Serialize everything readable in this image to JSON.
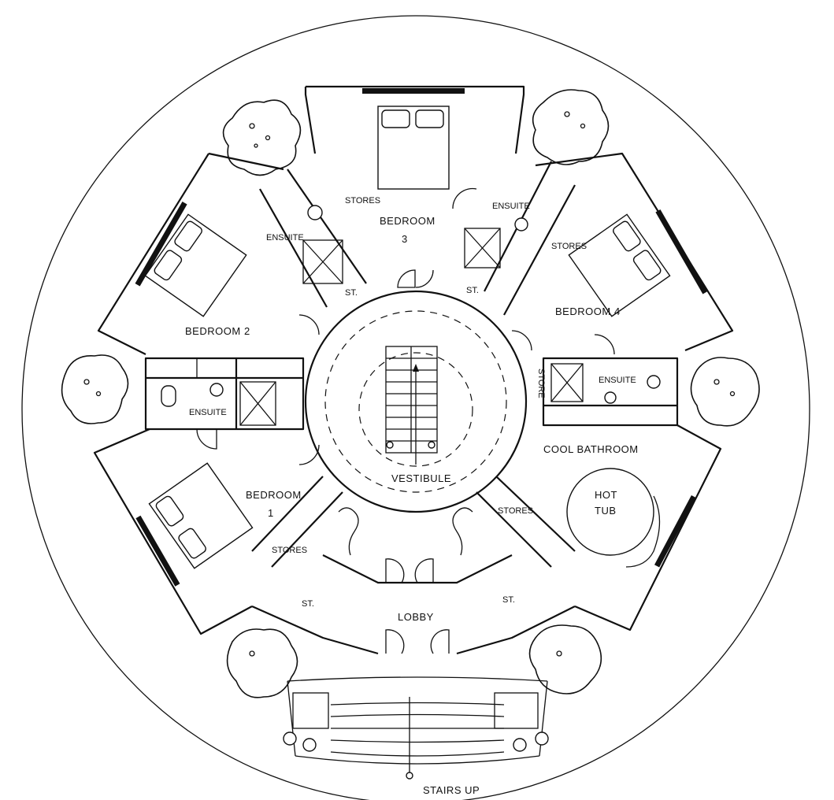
{
  "labels": {
    "bedroom_1": "BEDROOM",
    "bedroom_1_no": "1",
    "bedroom_2": "BEDROOM",
    "bedroom_2_no": "2",
    "bedroom_3": "BEDROOM",
    "bedroom_3_no": "3",
    "bedroom_4": "BEDROOM",
    "bedroom_4_no": "4",
    "ensuite_b2": "ENSUITE",
    "ensuite_b3a": "ENSUITE",
    "ensuite_b3b": "ENSUITE",
    "ensuite_b4": "ENSUITE",
    "stores_b3": "STORES",
    "stores_b4": "STORES",
    "stores_b1": "STORES",
    "stores_tub": "STORES",
    "store_vertical": "STORE",
    "st_1": "ST.",
    "st_2": "ST.",
    "st_3": "ST.",
    "st_4": "ST.",
    "cool_bathroom": "COOL BATHROOM",
    "hot_tub_1": "HOT",
    "hot_tub_2": "TUB",
    "vestibule": "VESTIBULE",
    "lobby": "LOBBY",
    "stairs_up": "STAIRS UP"
  }
}
